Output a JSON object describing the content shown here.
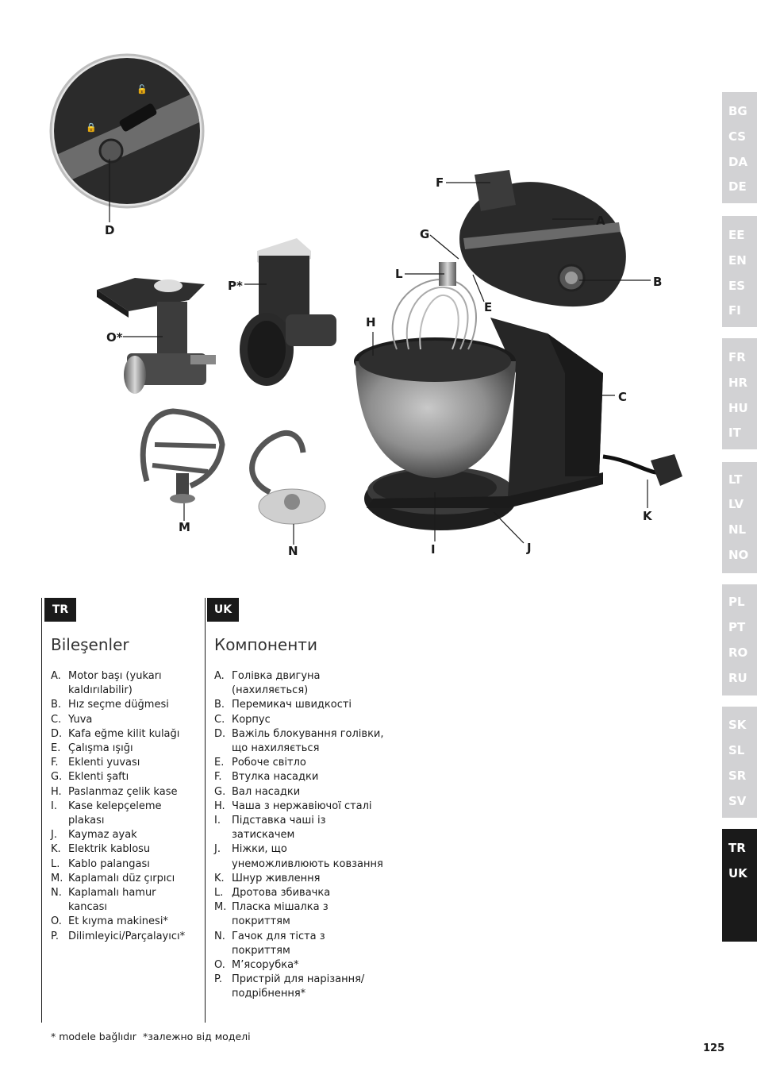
{
  "language_tabs": [
    {
      "codes": [
        "BG",
        "CS",
        "DA",
        "DE"
      ],
      "active": false
    },
    {
      "codes": [
        "EE",
        "EN",
        "ES",
        "FI"
      ],
      "active": false
    },
    {
      "codes": [
        "FR",
        "HR",
        "HU",
        "IT"
      ],
      "active": false
    },
    {
      "codes": [
        "LT",
        "LV",
        "NL",
        "NO"
      ],
      "active": false
    },
    {
      "codes": [
        "PL",
        "PT",
        "RO",
        "RU"
      ],
      "active": false
    },
    {
      "codes": [
        "SK",
        "SL",
        "SR",
        "SV"
      ],
      "active": false
    },
    {
      "codes": [
        "TR",
        "UK"
      ],
      "active": true
    }
  ],
  "figure": {
    "callouts": {
      "A": "A",
      "B": "B",
      "C": "C",
      "D": "D",
      "E": "E",
      "F": "F",
      "G": "G",
      "H": "H",
      "I": "I",
      "J": "J",
      "K": "K",
      "L": "L",
      "M": "M",
      "N": "N",
      "O": "O*",
      "P": "P*"
    }
  },
  "tr": {
    "tag": "TR",
    "title": "Bileşenler",
    "items": [
      {
        "key": "A.",
        "text": "Motor başı (yukarı kaldırılabilir)"
      },
      {
        "key": "B.",
        "text": "Hız seçme düğmesi"
      },
      {
        "key": "C.",
        "text": "Yuva"
      },
      {
        "key": "D.",
        "text": "Kafa eğme kilit kulağı"
      },
      {
        "key": "E.",
        "text": "Çalışma ışığı"
      },
      {
        "key": "F.",
        "text": "Eklenti yuvası"
      },
      {
        "key": "G.",
        "text": "Eklenti şaftı"
      },
      {
        "key": "H.",
        "text": "Paslanmaz çelik kase"
      },
      {
        "key": "I.",
        "text": "Kase kelepçeleme plakası"
      },
      {
        "key": "J.",
        "text": "Kaymaz ayak"
      },
      {
        "key": "K.",
        "text": "Elektrik kablosu"
      },
      {
        "key": "L.",
        "text": "Kablo palangası"
      },
      {
        "key": "M.",
        "text": "Kaplamalı düz çırpıcı"
      },
      {
        "key": "N.",
        "text": "Kaplamalı hamur kancası"
      },
      {
        "key": "O.",
        "text": "Et kıyma makinesi*"
      },
      {
        "key": "P.",
        "text": "Dilimleyici/Parçalayıcı*"
      }
    ]
  },
  "uk": {
    "tag": "UK",
    "title": "Компоненти",
    "items": [
      {
        "key": "A.",
        "text": "Голівка двигуна (нахиляється)"
      },
      {
        "key": "B.",
        "text": "Перемикач швидкості"
      },
      {
        "key": "C.",
        "text": "Корпус"
      },
      {
        "key": "D.",
        "text": "Важіль блокування голівки, що нахиляється"
      },
      {
        "key": "E.",
        "text": "Робоче світло"
      },
      {
        "key": "F.",
        "text": "Втулка насадки"
      },
      {
        "key": "G.",
        "text": "Вал насадки"
      },
      {
        "key": "H.",
        "text": "Чаша з нержавіючої сталі"
      },
      {
        "key": "I.",
        "text": "Підставка чаші із затискачем"
      },
      {
        "key": "J.",
        "text": "Ніжки, що унеможливлюють ковзання"
      },
      {
        "key": "K.",
        "text": "Шнур живлення"
      },
      {
        "key": "L.",
        "text": "Дротова збивачка"
      },
      {
        "key": "M.",
        "text": "Пласка мішалка з покриттям"
      },
      {
        "key": "N.",
        "text": "Гачок для тіста з покриттям"
      },
      {
        "key": "O.",
        "text": "М’ясорубка*"
      },
      {
        "key": "P.",
        "text": "Пристрій для нарізання/ подрібнення*"
      }
    ]
  },
  "footnote": {
    "tr": "* modele bağlıdır",
    "uk": "*залежно від моделі"
  },
  "page_number": "125"
}
